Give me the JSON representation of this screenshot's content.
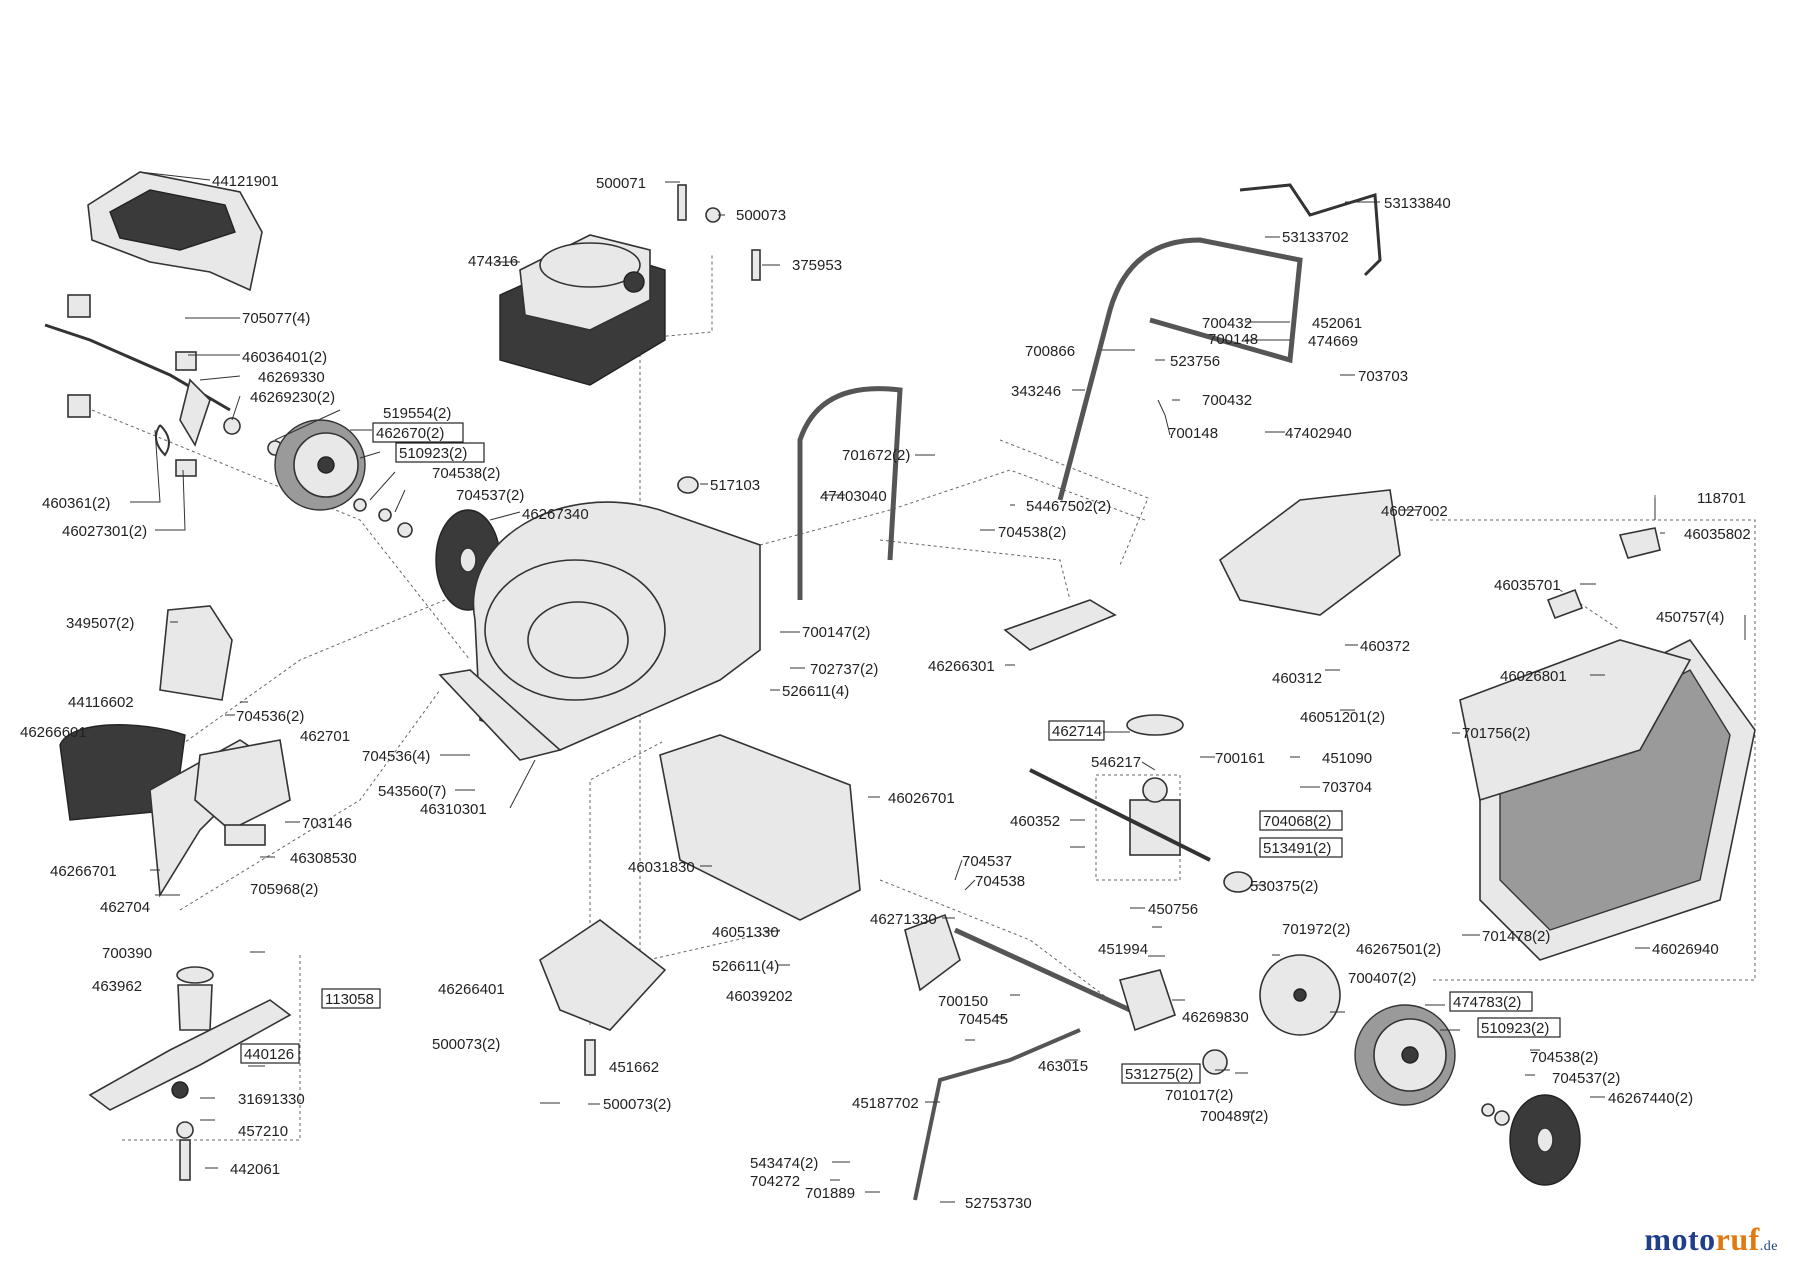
{
  "parts": [
    {
      "id": "p1",
      "label": "44121901",
      "boxed": false
    },
    {
      "id": "p2",
      "label": "705077(4)",
      "boxed": false
    },
    {
      "id": "p3",
      "label": "46036401(2)",
      "boxed": false
    },
    {
      "id": "p4",
      "label": "46269330",
      "boxed": false
    },
    {
      "id": "p5",
      "label": "46269230(2)",
      "boxed": false
    },
    {
      "id": "p6",
      "label": "519554(2)",
      "boxed": false
    },
    {
      "id": "p7",
      "label": "462670(2)",
      "boxed": true
    },
    {
      "id": "p8",
      "label": "510923(2)",
      "boxed": true
    },
    {
      "id": "p9",
      "label": "704538(2)",
      "boxed": false
    },
    {
      "id": "p10",
      "label": "704537(2)",
      "boxed": false
    },
    {
      "id": "p11",
      "label": "46267340",
      "boxed": false
    },
    {
      "id": "p12",
      "label": "460361(2)",
      "boxed": false
    },
    {
      "id": "p13",
      "label": "46027301(2)",
      "boxed": false
    },
    {
      "id": "p14",
      "label": "500071",
      "boxed": false
    },
    {
      "id": "p15",
      "label": "500073",
      "boxed": false
    },
    {
      "id": "p16",
      "label": "474316",
      "boxed": false
    },
    {
      "id": "p17",
      "label": "375953",
      "boxed": false
    },
    {
      "id": "p18",
      "label": "517103",
      "boxed": false
    },
    {
      "id": "p19",
      "label": "53133840",
      "boxed": false
    },
    {
      "id": "p20",
      "label": "53133702",
      "boxed": false
    },
    {
      "id": "p21",
      "label": "700432",
      "boxed": false
    },
    {
      "id": "p22",
      "label": "452061",
      "boxed": false
    },
    {
      "id": "p23",
      "label": "700148",
      "boxed": false
    },
    {
      "id": "p24",
      "label": "474669",
      "boxed": false
    },
    {
      "id": "p25",
      "label": "700866",
      "boxed": false
    },
    {
      "id": "p26",
      "label": "523756",
      "boxed": false
    },
    {
      "id": "p27",
      "label": "703703",
      "boxed": false
    },
    {
      "id": "p28",
      "label": "343246",
      "boxed": false
    },
    {
      "id": "p29",
      "label": "700432",
      "boxed": false
    },
    {
      "id": "p30",
      "label": "700148",
      "boxed": false
    },
    {
      "id": "p31",
      "label": "47402940",
      "boxed": false
    },
    {
      "id": "p32",
      "label": "701672(2)",
      "boxed": false
    },
    {
      "id": "p33",
      "label": "47403040",
      "boxed": false
    },
    {
      "id": "p34",
      "label": "54467502(2)",
      "boxed": false
    },
    {
      "id": "p35",
      "label": "704538(2)",
      "boxed": false
    },
    {
      "id": "p36",
      "label": "46027002",
      "boxed": false
    },
    {
      "id": "p37",
      "label": "118701",
      "boxed": false
    },
    {
      "id": "p38",
      "label": "46035802",
      "boxed": false
    },
    {
      "id": "p39",
      "label": "46035701",
      "boxed": false
    },
    {
      "id": "p40",
      "label": "450757(4)",
      "boxed": false
    },
    {
      "id": "p41",
      "label": "46026801",
      "boxed": false
    },
    {
      "id": "p42",
      "label": "349507(2)",
      "boxed": false
    },
    {
      "id": "p43",
      "label": "44116602",
      "boxed": false
    },
    {
      "id": "p44",
      "label": "704536(2)",
      "boxed": false
    },
    {
      "id": "p45",
      "label": "462701",
      "boxed": false
    },
    {
      "id": "p46",
      "label": "46266601",
      "boxed": false
    },
    {
      "id": "p47",
      "label": "704536(4)",
      "boxed": false
    },
    {
      "id": "p48",
      "label": "543560(7)",
      "boxed": false
    },
    {
      "id": "p49",
      "label": "46310301",
      "boxed": false
    },
    {
      "id": "p50",
      "label": "703146",
      "boxed": false
    },
    {
      "id": "p51",
      "label": "46308530",
      "boxed": false
    },
    {
      "id": "p52",
      "label": "46266701",
      "boxed": false
    },
    {
      "id": "p53",
      "label": "705968(2)",
      "boxed": false
    },
    {
      "id": "p54",
      "label": "462704",
      "boxed": false
    },
    {
      "id": "p55",
      "label": "700147(2)",
      "boxed": false
    },
    {
      "id": "p56",
      "label": "702737(2)",
      "boxed": false
    },
    {
      "id": "p57",
      "label": "526611(4)",
      "boxed": false
    },
    {
      "id": "p58",
      "label": "46266301",
      "boxed": false
    },
    {
      "id": "p59",
      "label": "460372",
      "boxed": false
    },
    {
      "id": "p60",
      "label": "460312",
      "boxed": false
    },
    {
      "id": "p61",
      "label": "46051201(2)",
      "boxed": false
    },
    {
      "id": "p62",
      "label": "462714",
      "boxed": true
    },
    {
      "id": "p63",
      "label": "546217",
      "boxed": false
    },
    {
      "id": "p64",
      "label": "700161",
      "boxed": false
    },
    {
      "id": "p65",
      "label": "451090",
      "boxed": false
    },
    {
      "id": "p66",
      "label": "703704",
      "boxed": false
    },
    {
      "id": "p67",
      "label": "701756(2)",
      "boxed": false
    },
    {
      "id": "p68",
      "label": "46026701",
      "boxed": false
    },
    {
      "id": "p69",
      "label": "460352",
      "boxed": false
    },
    {
      "id": "p70",
      "label": "704068(2)",
      "boxed": true
    },
    {
      "id": "p71",
      "label": "513491(2)",
      "boxed": true
    },
    {
      "id": "p72",
      "label": "46031830",
      "boxed": false
    },
    {
      "id": "p73",
      "label": "704537",
      "boxed": false
    },
    {
      "id": "p74",
      "label": "704538",
      "boxed": false
    },
    {
      "id": "p75",
      "label": "530375(2)",
      "boxed": false
    },
    {
      "id": "p76",
      "label": "46271330",
      "boxed": false
    },
    {
      "id": "p77",
      "label": "450756",
      "boxed": false
    },
    {
      "id": "p78",
      "label": "701478(2)",
      "boxed": false
    },
    {
      "id": "p79",
      "label": "46026940",
      "boxed": false
    },
    {
      "id": "p80",
      "label": "46051330",
      "boxed": false
    },
    {
      "id": "p81",
      "label": "451994",
      "boxed": false
    },
    {
      "id": "p82",
      "label": "701972(2)",
      "boxed": false
    },
    {
      "id": "p83",
      "label": "46267501(2)",
      "boxed": false
    },
    {
      "id": "p84",
      "label": "700390",
      "boxed": false
    },
    {
      "id": "p85",
      "label": "526611(4)",
      "boxed": false
    },
    {
      "id": "p86",
      "label": "463962",
      "boxed": false
    },
    {
      "id": "p87",
      "label": "113058",
      "boxed": true
    },
    {
      "id": "p88",
      "label": "46266401",
      "boxed": false
    },
    {
      "id": "p89",
      "label": "46039202",
      "boxed": false
    },
    {
      "id": "p90",
      "label": "700150",
      "boxed": false
    },
    {
      "id": "p91",
      "label": "704545",
      "boxed": false
    },
    {
      "id": "p92",
      "label": "46269830",
      "boxed": false
    },
    {
      "id": "p93",
      "label": "700407(2)",
      "boxed": false
    },
    {
      "id": "p94",
      "label": "474783(2)",
      "boxed": true
    },
    {
      "id": "p95",
      "label": "510923(2)",
      "boxed": true
    },
    {
      "id": "p96",
      "label": "440126",
      "boxed": true
    },
    {
      "id": "p97",
      "label": "500073(2)",
      "boxed": false
    },
    {
      "id": "p98",
      "label": "451662",
      "boxed": false
    },
    {
      "id": "p99",
      "label": "463015",
      "boxed": false
    },
    {
      "id": "p100",
      "label": "531275(2)",
      "boxed": true
    },
    {
      "id": "p101",
      "label": "704538(2)",
      "boxed": false
    },
    {
      "id": "p102",
      "label": "704537(2)",
      "boxed": false
    },
    {
      "id": "p103",
      "label": "31691330",
      "boxed": false
    },
    {
      "id": "p104",
      "label": "500073(2)",
      "boxed": false
    },
    {
      "id": "p105",
      "label": "45187702",
      "boxed": false
    },
    {
      "id": "p106",
      "label": "701017(2)",
      "boxed": false
    },
    {
      "id": "p107",
      "label": "700489(2)",
      "boxed": false
    },
    {
      "id": "p108",
      "label": "46267440(2)",
      "boxed": false
    },
    {
      "id": "p109",
      "label": "457210",
      "boxed": false
    },
    {
      "id": "p110",
      "label": "543474(2)",
      "boxed": false
    },
    {
      "id": "p111",
      "label": "704272",
      "boxed": false
    },
    {
      "id": "p112",
      "label": "701889",
      "boxed": false
    },
    {
      "id": "p113",
      "label": "52753730",
      "boxed": false
    },
    {
      "id": "p114",
      "label": "442061",
      "boxed": false
    }
  ],
  "brand": {
    "name_a": "moto",
    "name_b": "ruf",
    "suffix": ".de"
  }
}
